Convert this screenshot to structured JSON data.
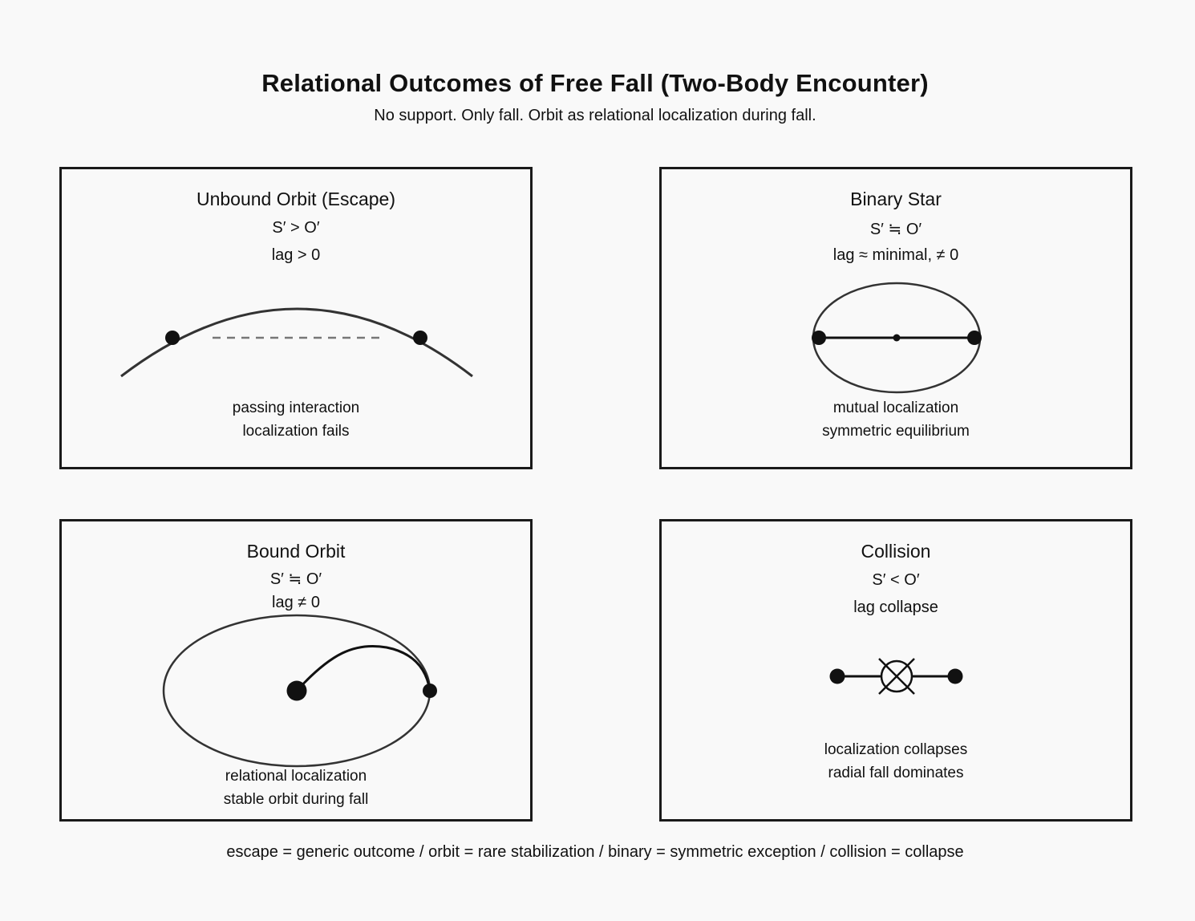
{
  "title": "Relational Outcomes of Free Fall (Two-Body Encounter)",
  "subtitle": "No support. Only fall. Orbit as relational localization during fall.",
  "panels": {
    "escape": {
      "title": "Unbound Orbit (Escape)",
      "relation": "S′ > O′",
      "lag": "lag > 0",
      "note1": "passing interaction",
      "note2": "localization fails"
    },
    "binary": {
      "title": "Binary Star",
      "relation": "S′ ≒ O′",
      "lag": "lag ≈ minimal, ≠ 0",
      "note1": "mutual localization",
      "note2": "symmetric equilibrium"
    },
    "bound": {
      "title": "Bound Orbit",
      "relation": "S′ ≒ O′",
      "lag": "lag ≠ 0",
      "note1": "relational localization",
      "note2": "stable orbit during fall"
    },
    "collision": {
      "title": "Collision",
      "relation": "S′ < O′",
      "lag": "lag collapse",
      "note1": "localization collapses",
      "note2": "radial fall dominates"
    }
  },
  "footer": "escape = generic outcome / orbit = rare stabilization / binary = symmetric exception / collision = collapse",
  "colors": {
    "ink": "#111111",
    "curve": "#333333",
    "dashed": "#777777",
    "background": "#f9f9f9"
  }
}
